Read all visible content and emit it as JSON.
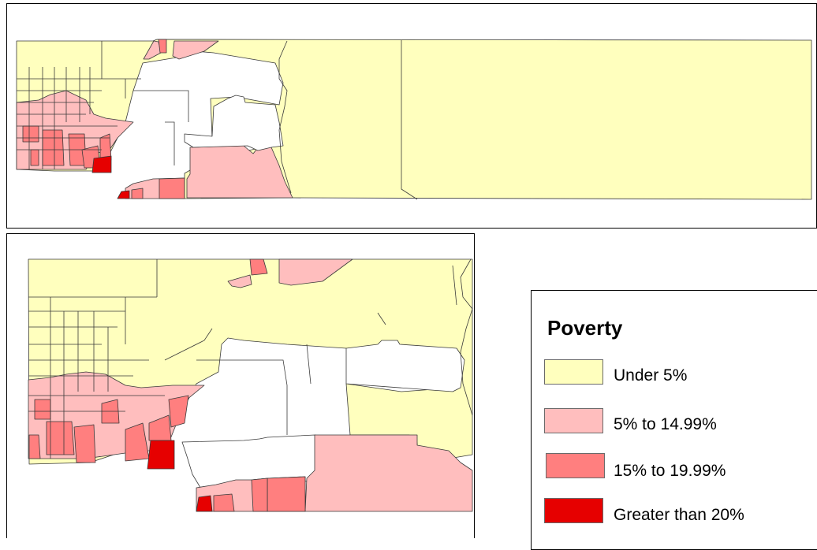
{
  "legend": {
    "title": "Poverty",
    "classes": [
      {
        "label": "Under 5%",
        "color": "#ffffbe"
      },
      {
        "label": "5% to 14.99%",
        "color": "#ffbebe"
      },
      {
        "label": "15% to 19.99%",
        "color": "#ff7f7f"
      },
      {
        "label": "Greater than 20%",
        "color": "#e60000"
      }
    ]
  },
  "colors": {
    "under_5": "#ffffbe",
    "p5_to_15": "#ffbebe",
    "p15_to_20": "#ff7f7f",
    "over_20": "#e60000"
  }
}
